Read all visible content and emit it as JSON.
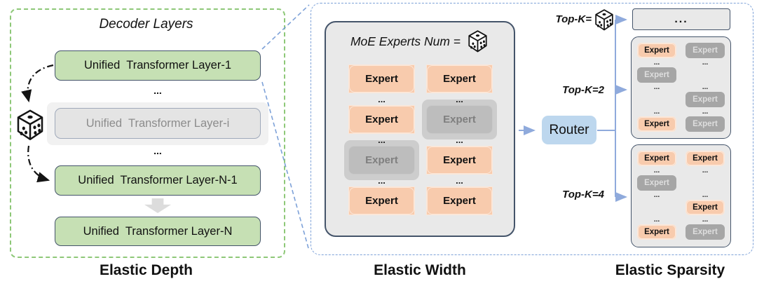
{
  "depth": {
    "caption": "Elastic Depth",
    "title": "Decoder Layers",
    "layer_1": "Unified  Transformer Layer-1",
    "dots_a": "...",
    "layer_i": "Unified  Transformer Layer-i",
    "dots_b": "...",
    "layer_n_minus_1": "Unified  Transformer Layer-N-1",
    "layer_n": "Unified  Transformer Layer-N"
  },
  "width": {
    "caption": "Elastic Width",
    "title": "MoE Experts Num =",
    "grid": {
      "columns": 2,
      "cells": [
        {
          "type": "expert",
          "label": "Expert"
        },
        {
          "type": "expert",
          "label": "Expert"
        },
        {
          "type": "dots",
          "label": "..."
        },
        {
          "type": "dots",
          "label": "..."
        },
        {
          "type": "expert",
          "label": "Expert"
        },
        {
          "type": "expert-off",
          "label": "Expert"
        },
        {
          "type": "dots",
          "label": "..."
        },
        {
          "type": "dots",
          "label": "..."
        },
        {
          "type": "expert-off",
          "label": "Expert"
        },
        {
          "type": "expert",
          "label": "Expert"
        },
        {
          "type": "dots",
          "label": "..."
        },
        {
          "type": "dots",
          "label": "..."
        },
        {
          "type": "expert",
          "label": "Expert"
        },
        {
          "type": "expert",
          "label": "Expert"
        }
      ]
    }
  },
  "sparsity": {
    "caption": "Elastic Sparsity",
    "router_label": "Router",
    "branch_random_label": "Top-K=",
    "branch_2_label": "Top-K=2",
    "branch_4_label": "Top-K=4",
    "collapsed_box_label": "...",
    "topk2_grid": {
      "columns": 2,
      "cells": [
        {
          "type": "expert",
          "label": "Expert"
        },
        {
          "type": "expert-off",
          "label": "Expert"
        },
        {
          "type": "dots",
          "label": "..."
        },
        {
          "type": "dots",
          "label": "..."
        },
        {
          "type": "expert-off",
          "label": "Expert"
        },
        {
          "type": "empty",
          "label": ""
        },
        {
          "type": "dots",
          "label": "..."
        },
        {
          "type": "dots",
          "label": "..."
        },
        {
          "type": "empty",
          "label": ""
        },
        {
          "type": "expert-off",
          "label": "Expert"
        },
        {
          "type": "dots",
          "label": "..."
        },
        {
          "type": "dots",
          "label": "..."
        },
        {
          "type": "expert",
          "label": "Expert"
        },
        {
          "type": "expert-off",
          "label": "Expert"
        }
      ]
    },
    "topk4_grid": {
      "columns": 2,
      "cells": [
        {
          "type": "expert",
          "label": "Expert"
        },
        {
          "type": "expert",
          "label": "Expert"
        },
        {
          "type": "dots",
          "label": "..."
        },
        {
          "type": "dots",
          "label": "..."
        },
        {
          "type": "expert-off",
          "label": "Expert"
        },
        {
          "type": "empty",
          "label": ""
        },
        {
          "type": "dots",
          "label": "..."
        },
        {
          "type": "dots",
          "label": "..."
        },
        {
          "type": "empty",
          "label": ""
        },
        {
          "type": "expert",
          "label": "Expert"
        },
        {
          "type": "dots",
          "label": "..."
        },
        {
          "type": "dots",
          "label": "..."
        },
        {
          "type": "expert",
          "label": "Expert"
        },
        {
          "type": "expert-off",
          "label": "Expert"
        }
      ]
    }
  },
  "colors": {
    "active_layer_fill": "#c6e0b4",
    "inactive_fill": "#e4e4e4",
    "expert_active_fill": "#f8cbad",
    "expert_off_mid_fill": "#bdbdbd",
    "expert_off_right_fill": "#a6a6a6",
    "router_fill": "#bdd7ee",
    "panel_fill": "#e9e9e9",
    "dark_border": "#44546a",
    "green_dash": "#8ec878",
    "blue_dash": "#7da1d8",
    "arrow_blue": "#8faadc"
  }
}
